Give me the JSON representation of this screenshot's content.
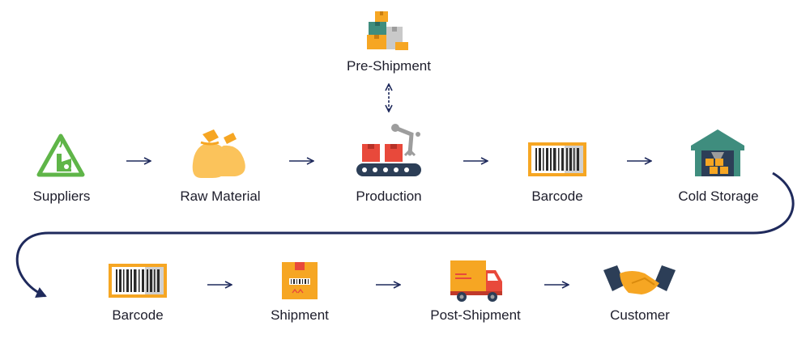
{
  "diagram": {
    "nodes": {
      "pre_shipment": {
        "label": "Pre-Shipment",
        "icon": "stacked-boxes-icon"
      },
      "suppliers": {
        "label": "Suppliers",
        "icon": "factory-icon"
      },
      "raw_material": {
        "label": "Raw Material",
        "icon": "sacks-icon"
      },
      "production": {
        "label": "Production",
        "icon": "conveyor-belt-icon"
      },
      "barcode_1": {
        "label": "Barcode",
        "icon": "barcode-icon"
      },
      "cold_storage": {
        "label": "Cold Storage",
        "icon": "warehouse-icon"
      },
      "barcode_2": {
        "label": "Barcode",
        "icon": "barcode-icon"
      },
      "shipment": {
        "label": "Shipment",
        "icon": "package-icon"
      },
      "post_shipment": {
        "label": "Post-Shipment",
        "icon": "delivery-truck-icon"
      },
      "customer": {
        "label": "Customer",
        "icon": "handshake-icon"
      }
    },
    "colors": {
      "arrow": "#1f2a5c",
      "orange": "#f6a623",
      "orange_light": "#fbc35b",
      "green": "#5fb548",
      "teal": "#3f8d7e",
      "navy": "#2c3e57",
      "red": "#e8493b"
    }
  }
}
